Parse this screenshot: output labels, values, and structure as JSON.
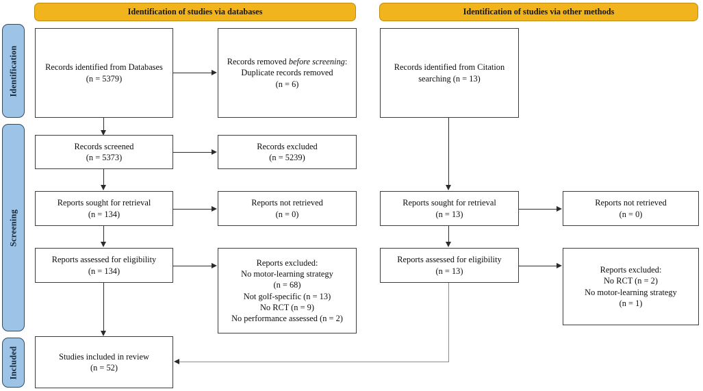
{
  "diagram": {
    "title": "PRISMA 2020 flow diagram",
    "colors": {
      "banner_fill": "#f2b41d",
      "banner_border": "#c08a0c",
      "phase_fill": "#9dc3e6",
      "phase_border": "#2e4b66",
      "box_border": "#3b3b3b",
      "connector": "#2b2b2b",
      "connector_grey": "#8a8a8a"
    }
  },
  "phases": [
    {
      "id": "identification",
      "label": "Identification"
    },
    {
      "id": "screening",
      "label": "Screening"
    },
    {
      "id": "included",
      "label": "Included"
    }
  ],
  "banners": [
    {
      "id": "databases",
      "label": "Identification of studies via databases"
    },
    {
      "id": "other-methods",
      "label": "Identification of studies via other methods"
    }
  ],
  "boxes": {
    "records_identified_databases": {
      "line1": "Records identified from Databases",
      "line2": "(n = 5379)",
      "n": 5379
    },
    "records_removed": {
      "line1_a": "Records removed ",
      "line1_em": "before screening",
      "line1_b": ":",
      "line2": "Duplicate records removed",
      "line3": "(n = 6)",
      "n": 6
    },
    "records_identified_citation": {
      "line1": "Records identified from Citation",
      "line2": "searching (n = 13)",
      "n": 13
    },
    "records_screened": {
      "line1": "Records screened",
      "line2": "(n = 5373)",
      "n": 5373
    },
    "records_excluded": {
      "line1": "Records excluded",
      "line2": "(n = 5239)",
      "n": 5239
    },
    "reports_sought_db": {
      "line1": "Reports sought for retrieval",
      "line2": "(n = 134)",
      "n": 134
    },
    "reports_not_retrieved_db": {
      "line1": "Reports not retrieved",
      "line2": "(n = 0)",
      "n": 0
    },
    "reports_assessed_db": {
      "line1": "Reports assessed for eligibility",
      "line2": "(n = 134)",
      "n": 134
    },
    "reports_excluded_db": {
      "line1": "Reports excluded:",
      "line2": "No motor-learning strategy",
      "line3": "(n = 68)",
      "line4": "Not golf-specific (n = 13)",
      "line5": "No RCT (n = 9)",
      "line6": "No performance assessed (n = 2)"
    },
    "reports_sought_other": {
      "line1": "Reports sought for retrieval",
      "line2": "(n = 13)",
      "n": 13
    },
    "reports_not_retrieved_other": {
      "line1": "Reports not retrieved",
      "line2": "(n = 0)",
      "n": 0
    },
    "reports_assessed_other": {
      "line1": "Reports assessed for eligibility",
      "line2": "(n = 13)",
      "n": 13
    },
    "reports_excluded_other": {
      "line1": "Reports excluded:",
      "line2": "No RCT (n = 2)",
      "line3": "No motor-learning strategy",
      "line4": "(n = 1)"
    },
    "studies_included": {
      "line1": "Studies included in review",
      "line2": "(n = 52)",
      "n": 52
    }
  }
}
